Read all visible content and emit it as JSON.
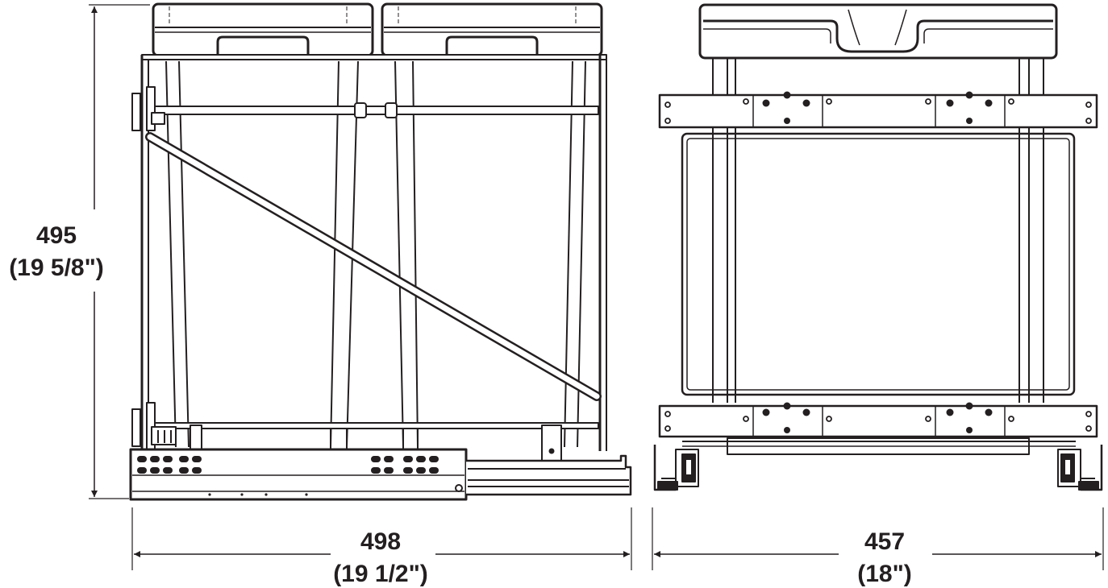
{
  "dimensions": {
    "height": {
      "mm": "495",
      "inches": "(19 5/8\")"
    },
    "depth": {
      "mm": "498",
      "inches": "(19 1/2\")"
    },
    "width": {
      "mm": "457",
      "inches": "(18\")"
    }
  },
  "colors": {
    "line": "#231f20",
    "fill_light": "#ffffff",
    "fill_dark": "#231f20"
  }
}
